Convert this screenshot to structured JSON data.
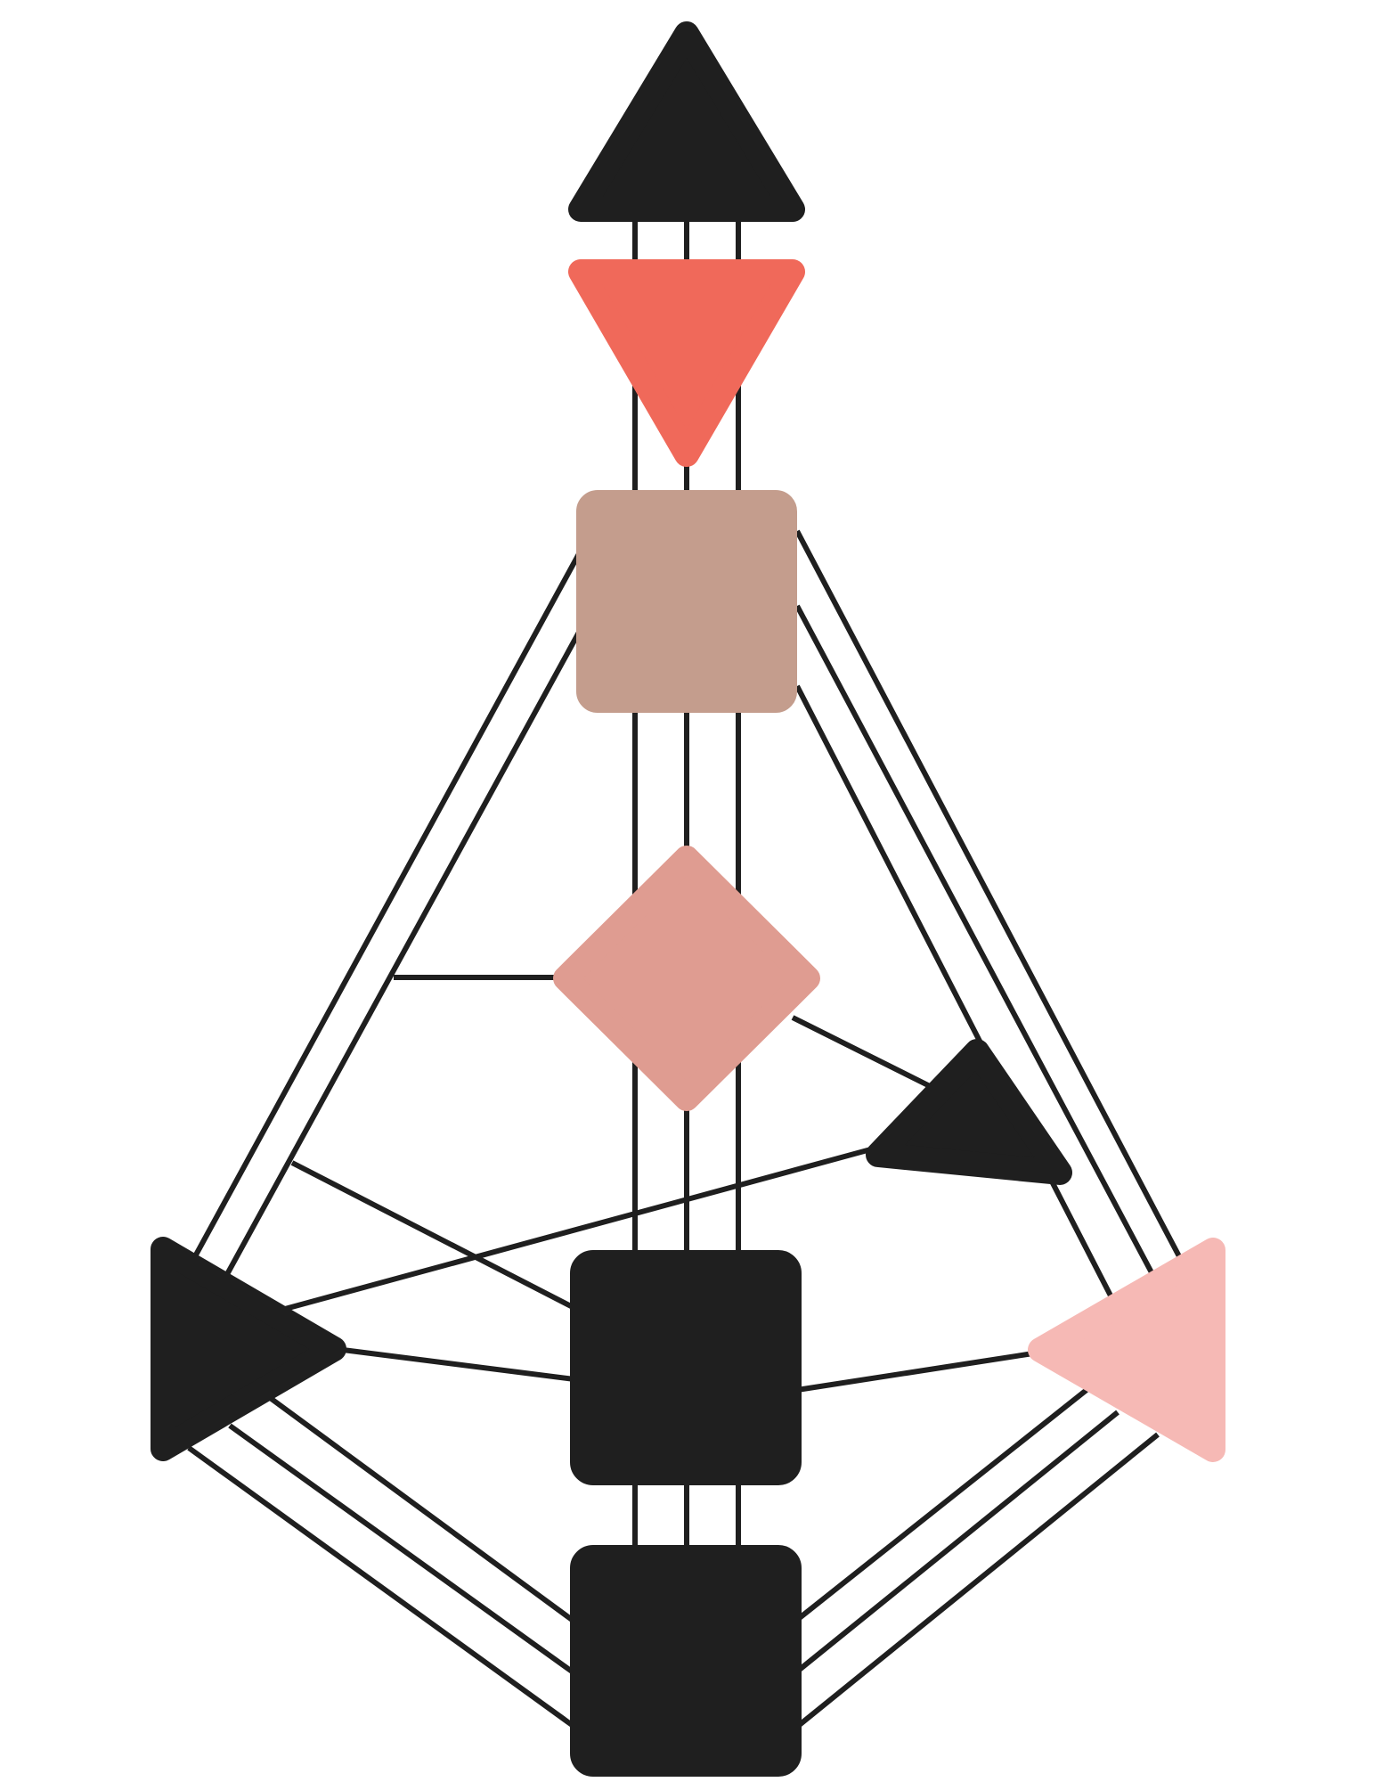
{
  "palette": {
    "background": "#ffffff",
    "line": "#1f1f1f",
    "undefined_center": "#1f1f1f",
    "coral": "#f0695a",
    "tan": "#c49d8d",
    "dusty_rose": "#df9c91",
    "light_pink": "#f6b9b5"
  },
  "centers": [
    {
      "id": "head",
      "shape": "triangle-up",
      "defined": false,
      "color": "#1f1f1f"
    },
    {
      "id": "ajna",
      "shape": "triangle-down",
      "defined": true,
      "color": "#f0695a"
    },
    {
      "id": "throat",
      "shape": "square",
      "defined": true,
      "color": "#c49d8d"
    },
    {
      "id": "g-center",
      "shape": "diamond",
      "defined": true,
      "color": "#df9c91"
    },
    {
      "id": "heart",
      "shape": "triangle",
      "defined": false,
      "color": "#1f1f1f"
    },
    {
      "id": "spleen",
      "shape": "triangle-right",
      "defined": false,
      "color": "#1f1f1f"
    },
    {
      "id": "solar-plexus",
      "shape": "triangle-left",
      "defined": true,
      "color": "#f6b9b5"
    },
    {
      "id": "sacral",
      "shape": "square",
      "defined": false,
      "color": "#1f1f1f"
    },
    {
      "id": "root",
      "shape": "square",
      "defined": false,
      "color": "#1f1f1f"
    }
  ]
}
